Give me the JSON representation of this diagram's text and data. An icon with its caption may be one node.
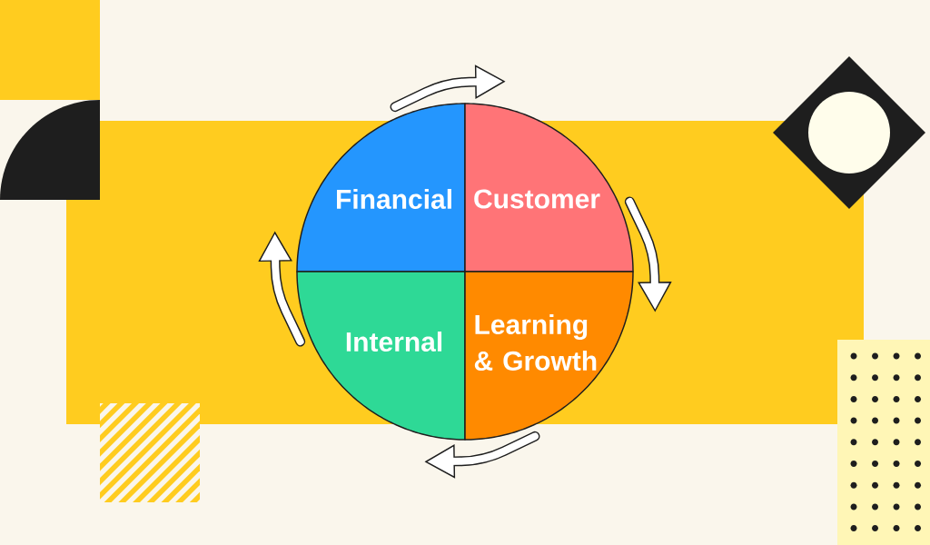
{
  "diagram": {
    "nodes": [
      {
        "text": [
          "Financial"
        ]
      },
      {
        "text": [
          "Customer"
        ]
      },
      {
        "text": [
          "Internal"
        ]
      },
      {
        "text": [
          "Learning & Growth"
        ]
      }
    ],
    "edges": [
      {
        "from": 0,
        "to": 1,
        "arrow": "to"
      },
      {
        "from": 1,
        "to": 3,
        "arrow": "to"
      },
      {
        "from": 3,
        "to": 2,
        "arrow": "to"
      },
      {
        "from": 2,
        "to": 0,
        "arrow": "to"
      }
    ]
  }
}
